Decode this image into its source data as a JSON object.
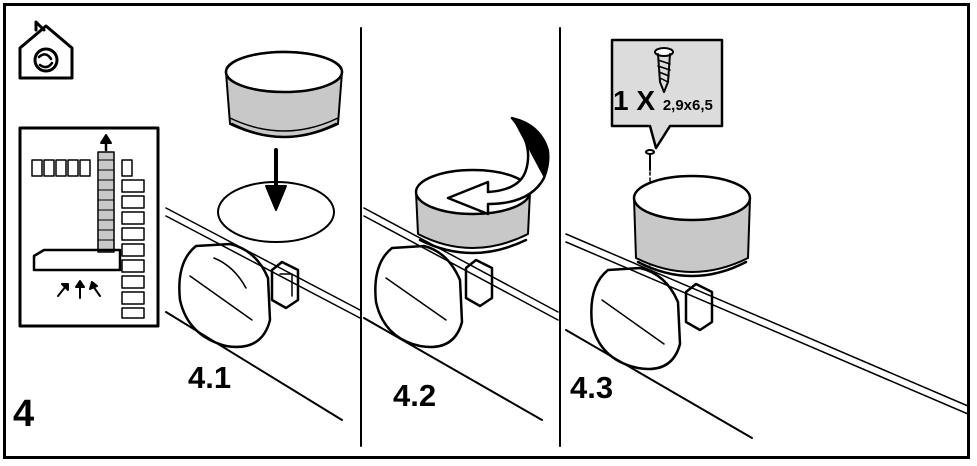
{
  "step_number": "4",
  "substeps": [
    "4.1",
    "4.2",
    "4.3"
  ],
  "screw_callout": {
    "quantity": "1 X",
    "size": "2,9x6,5"
  },
  "icons": {
    "mode": "ducted-extraction-house-icon",
    "screw": "screw-icon"
  },
  "colors": {
    "ink": "#000000",
    "panel_bg": "#ffffff",
    "callout_bg": "#dcdcdc",
    "part_grey": "#c8c8c8"
  }
}
